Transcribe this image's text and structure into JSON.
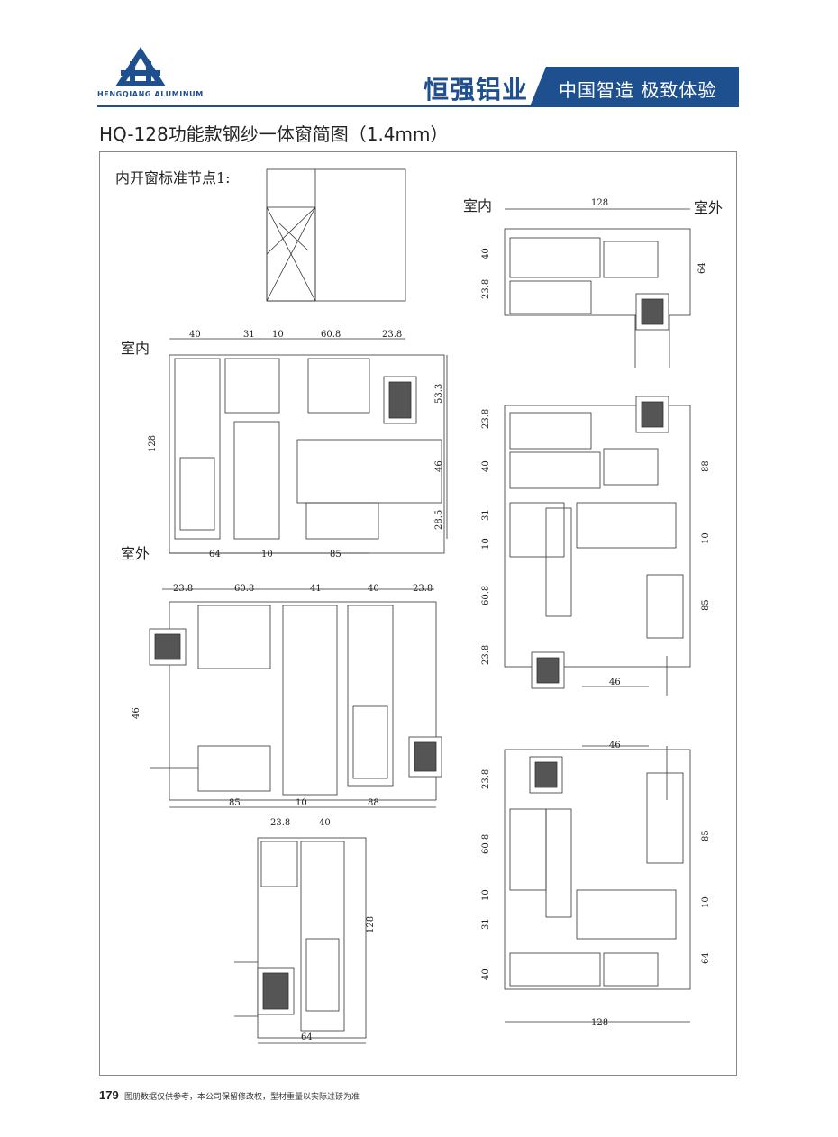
{
  "header": {
    "logo_text": "HENGQIANG ALUMINUM",
    "brand": "恒强铝业",
    "slogan": "中国智造 极致体验",
    "brand_color": "#1e4f8f"
  },
  "title": "HQ-128功能款钢纱一体窗简图（1.4mm）",
  "node_label": "内开窗标准节点1:",
  "labels": {
    "indoor": "室内",
    "outdoor": "室外"
  },
  "dims": {
    "top_right": {
      "width": "128",
      "left_h": "40",
      "left_h2": "23.8",
      "right_h": "64"
    },
    "main_left": {
      "top": [
        "40",
        "31",
        "10",
        "60.8",
        "23.8"
      ],
      "height": "128",
      "right": [
        "53.3",
        "46",
        "28.5"
      ],
      "bottom": [
        "64",
        "10",
        "85"
      ]
    },
    "mid_right": {
      "left": [
        "23.8",
        "40",
        "31",
        "10",
        "60.8",
        "23.8"
      ],
      "right": [
        "88",
        "10",
        "85"
      ],
      "bottom": "46"
    },
    "mid_left": {
      "top": [
        "23.8",
        "60.8",
        "41",
        "40",
        "23.8"
      ],
      "left": "46",
      "bottom": [
        "85",
        "10",
        "88"
      ]
    },
    "bottom_right": {
      "top": "46",
      "left": [
        "23.8",
        "60.8",
        "10",
        "31",
        "40"
      ],
      "right": [
        "85",
        "10",
        "64"
      ],
      "bottom": "128"
    },
    "bottom_left": {
      "top": [
        "23.8",
        "40"
      ],
      "right": "128",
      "bottom": "64"
    }
  },
  "footer": {
    "page": "179",
    "note": "图册数据仅供参考，本公司保留修改权，型材重量以实际过磅为准"
  }
}
